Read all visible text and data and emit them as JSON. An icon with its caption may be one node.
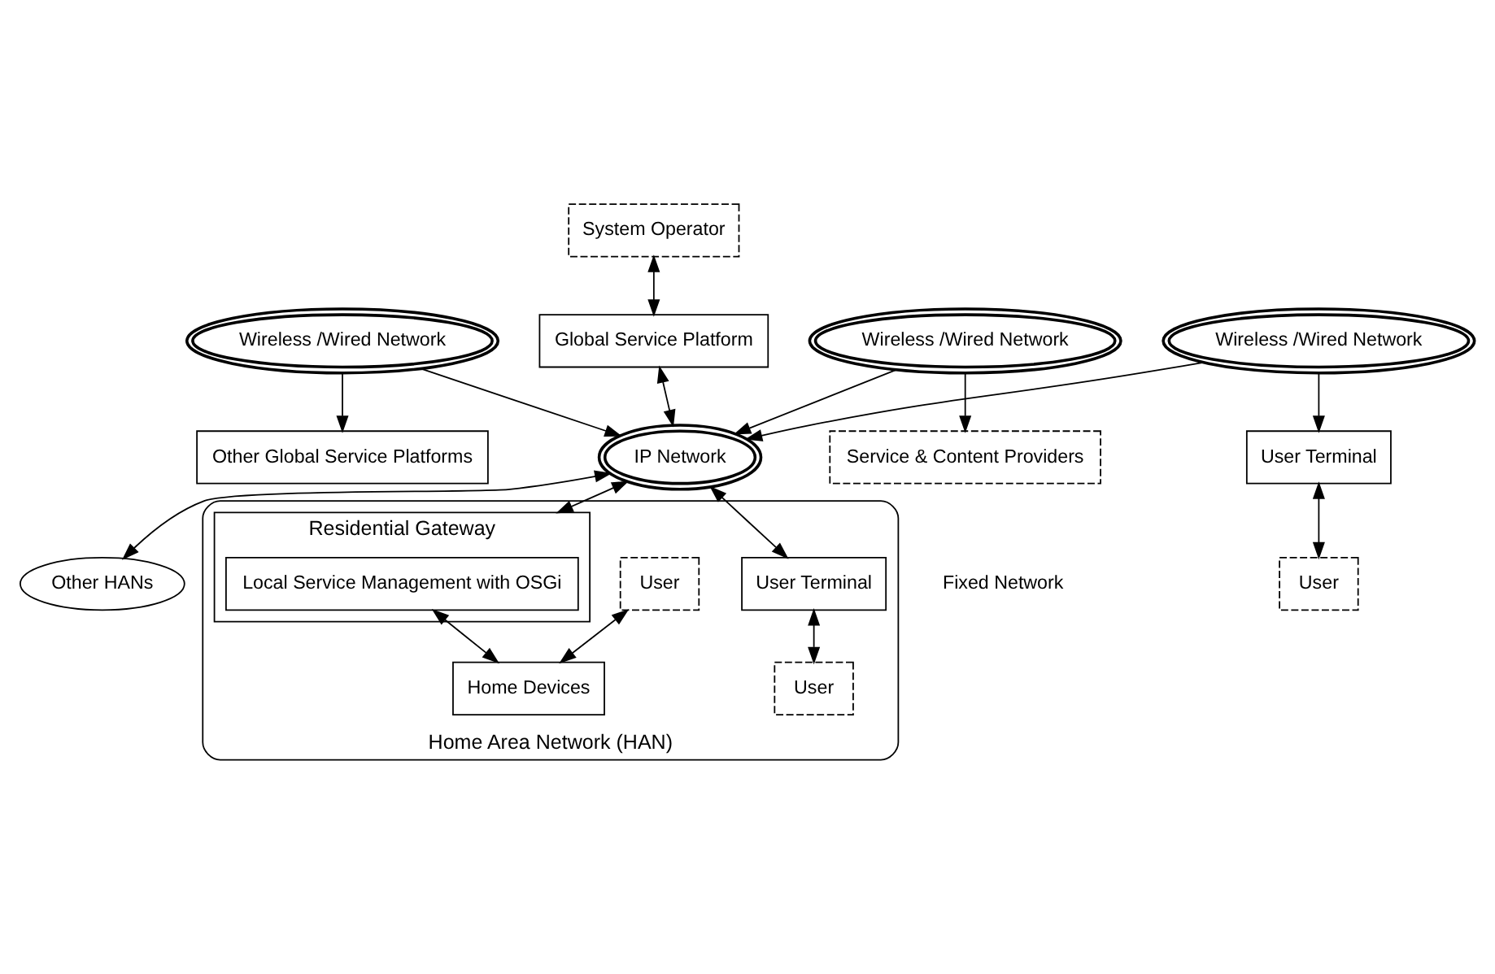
{
  "diagram": {
    "nodes": [
      {
        "text": [
          "Other Global Service Platforms"
        ]
      },
      {
        "text": [
          "System Operator"
        ]
      },
      {
        "text": [
          "Service & Content Providers"
        ]
      },
      {
        "text": [
          "Wireless /Wired Network"
        ]
      },
      {
        "text": [
          "Global Service Platform"
        ]
      },
      {
        "text": [
          "Wireless /Wired Network"
        ]
      },
      {
        "text": [
          "User Terminal"
        ]
      },
      {
        "text": [
          "Wireless /Wired Network"
        ]
      },
      {
        "text": [
          "IP Network"
        ]
      },
      {
        "text": [
          "Other HANs"
        ]
      },
      {
        "text": [
          "User"
        ]
      },
      {
        "text": [
          "Home Area Network (HAN)"
        ]
      },
      {
        "text": [
          "User"
        ],
        "in": 11
      },
      {
        "text": [
          "User Terminal"
        ],
        "in": 11
      },
      {
        "text": [
          "Residential Gateway"
        ],
        "in": 11
      },
      {
        "text": [
          "Local Service Management with OSGi"
        ],
        "in": 14
      },
      {
        "text": [
          "Home Devices"
        ],
        "in": 11
      },
      {
        "text": [
          "User"
        ],
        "in": 11
      }
    ],
    "edges": [
      {
        "from": 1,
        "to": 4,
        "arrow": "both"
      },
      {
        "from": 3,
        "to": 0,
        "arrow": "to"
      },
      {
        "from": 5,
        "to": 2,
        "arrow": "to"
      },
      {
        "from": 4,
        "to": 8,
        "arrow": "both"
      },
      {
        "from": 3,
        "to": 8,
        "arrow": "to"
      },
      {
        "from": 5,
        "to": 8,
        "arrow": "to"
      },
      {
        "from": 7,
        "to": 6,
        "arrow": "to"
      },
      {
        "from": 7,
        "to": 8,
        "arrow": "to"
      },
      {
        "from": 6,
        "to": 10,
        "arrow": "both"
      },
      {
        "from": 8,
        "to": 9,
        "arrow": "both"
      },
      {
        "from": 8,
        "to": 13,
        "arrow": "both"
      },
      {
        "from": 8,
        "to": 14,
        "arrow": "both"
      },
      {
        "from": 15,
        "to": 16,
        "arrow": "both"
      },
      {
        "from": 12,
        "to": 16,
        "arrow": "both"
      },
      {
        "from": 13,
        "to": 17,
        "arrow": "both"
      }
    ],
    "labels": [
      "Fixed Network"
    ]
  }
}
